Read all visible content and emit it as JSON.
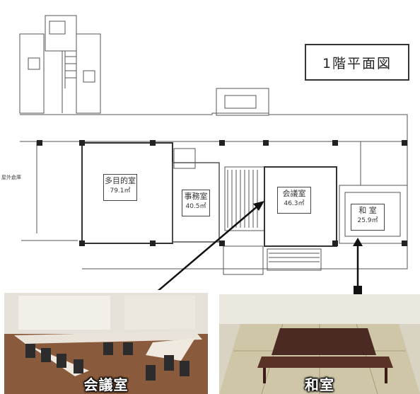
{
  "title": "1階平面図",
  "rooms": {
    "tamokuteki": {
      "name": "多目的室",
      "area": "79.1㎡"
    },
    "jimushitsu": {
      "name": "事務室",
      "area": "40.5㎡"
    },
    "kaigishitsu": {
      "name": "会議室",
      "area": "46.3㎡"
    },
    "washitsu": {
      "name": "和 室",
      "area": "25.9㎡"
    }
  },
  "side_label": "屋外倉庫",
  "photos": {
    "meeting": {
      "caption": "会議室"
    },
    "tatami": {
      "caption": "和室"
    }
  }
}
